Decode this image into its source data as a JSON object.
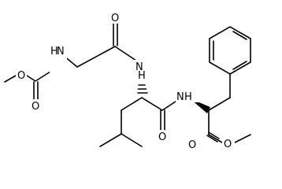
{
  "molecule": {
    "atoms": {
      "o_methyl_ester_left": "O",
      "o_carbonyl_carbamate": "O",
      "n_carbamate": "N",
      "n_carbamate_h": "H",
      "o_carbonyl_gly": "O",
      "n_leu": "N",
      "n_leu_h": "H",
      "o_carbonyl_leu": "O",
      "n_phe": "N",
      "n_phe_h": "H",
      "o_carbonyl_ester": "O",
      "o_methyl_ester_right": "O"
    },
    "colors": {
      "bond": "#000000",
      "label": "#000000",
      "background": "#ffffff"
    }
  }
}
